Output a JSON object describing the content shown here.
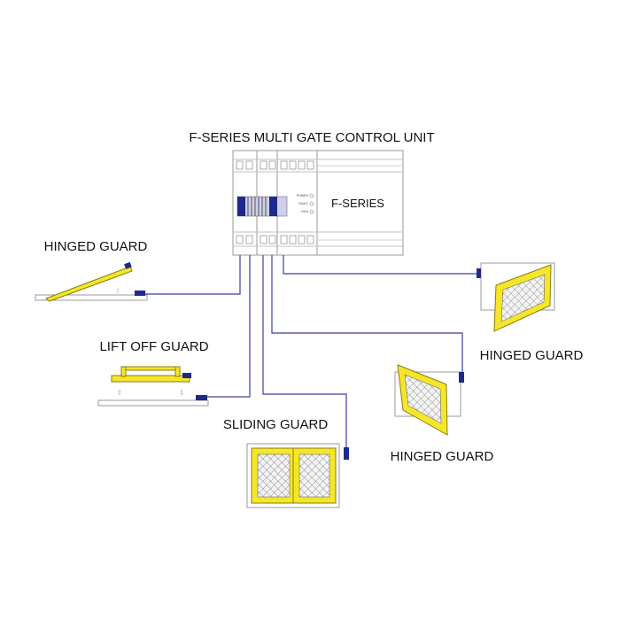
{
  "title": "F-SERIES MULTI GATE CONTROL UNIT",
  "control_unit": {
    "brand": "F-SERIES",
    "indicators": [
      "POWER",
      "FAULT",
      "RUN"
    ]
  },
  "guards": {
    "hinged_left": "HINGED GUARD",
    "lift_off": "LIFT OFF GUARD",
    "sliding": "SLIDING GUARD",
    "hinged_right_top": "HINGED GUARD",
    "hinged_right_bottom": "HINGED GUARD"
  },
  "colors": {
    "wire": "#3a3f9e",
    "switch": "#1d2a8c",
    "guard_frame": "#f5e62a"
  }
}
